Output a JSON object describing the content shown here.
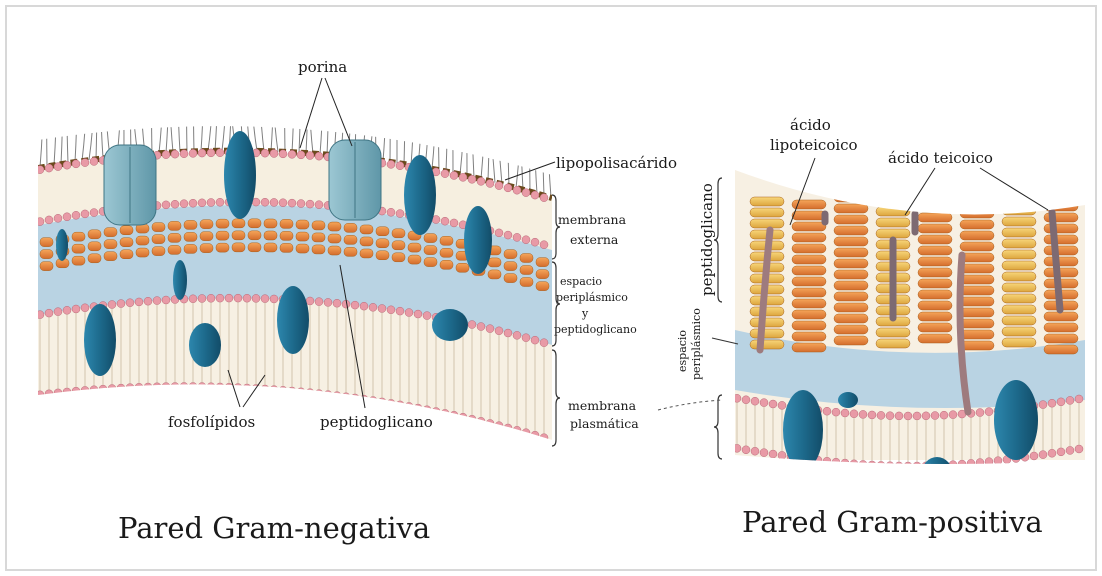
{
  "gram_negative": {
    "title": "Pared Gram-negativa",
    "labels": {
      "porina": "porina",
      "lipopolisacarido": "lipopolisacárido",
      "membrana_externa_1": "membrana",
      "membrana_externa_2": "externa",
      "espacio_1": "espacio",
      "espacio_2": "periplásmico",
      "espacio_3": "y",
      "espacio_4": "peptidoglicano",
      "membrana_plasmatica_1": "membrana",
      "membrana_plasmatica_2": "plasmática",
      "fosfolipidos": "fosfolípidos",
      "peptidoglicano": "peptidoglicano"
    }
  },
  "gram_positive": {
    "title": "Pared Gram-positiva",
    "labels": {
      "acido_lipoteicoico_1": "ácido",
      "acido_lipoteicoico_2": "lipoteicoico",
      "acido_teicoico": "ácido teicoico",
      "peptidoglicano_vertical": "peptidoglicano",
      "espacio_vertical_1": "espacio",
      "espacio_vertical_2": "periplásmico"
    }
  },
  "colors": {
    "background": "#ffffff",
    "phospholipid_head": "#e89aa6",
    "protein": "#1f6f92",
    "porin": "#7fb0bf",
    "peptidoglycan_orange": "#e8883f",
    "peptidoglycan_yellow": "#f0c35a",
    "periplasm": "#b9d3e3",
    "lps_brown": "#6b4a1c",
    "teichoic_acid": "#9e7b7e"
  }
}
